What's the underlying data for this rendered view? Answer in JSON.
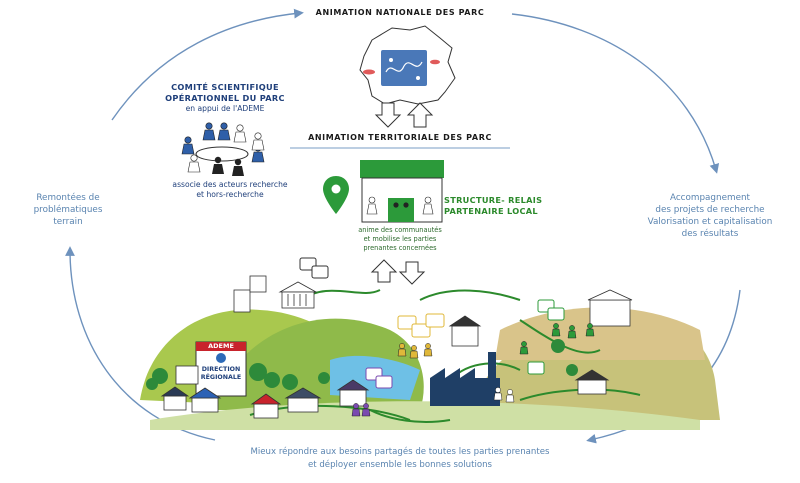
{
  "top": {
    "national": "ANIMATION NATIONALE DES PARC",
    "territorial": "ANIMATION TERRITORIALE DES PARC"
  },
  "comite": {
    "line1": "COMITÉ SCIENTIFIQUE",
    "line2": "OPÉRATIONNEL DU PARC",
    "line3": "en appui de l'ADEME",
    "desc1": "associe des acteurs recherche",
    "desc2": "et hors-recherche"
  },
  "structure": {
    "line1": "STRUCTURE- RELAIS",
    "line2": "PARTENAIRE LOCAL",
    "desc1": "anime des communautés",
    "desc2": "et mobilise les parties",
    "desc3": "prenantes concernées"
  },
  "left": {
    "line1": "Remontées de",
    "line2": "problématiques",
    "line3": "terrain"
  },
  "right": {
    "line1": "Accompagnement",
    "line2": "des projets de recherche",
    "line3": "Valorisation et capitalisation",
    "line4": "des résultats"
  },
  "bottom": {
    "line1": "Mieux répondre aux besoins partagés de toutes les parties prenantes",
    "line2": "et déployer ensemble les bonnes solutions"
  },
  "building": {
    "brand": "ADEME",
    "line1": "DIRECTION",
    "line2": "RÉGIONALE"
  },
  "colors": {
    "cycle": "#6e92bd",
    "accent_green": "#2c8a2c",
    "title_blue": "#1f3f7a"
  }
}
